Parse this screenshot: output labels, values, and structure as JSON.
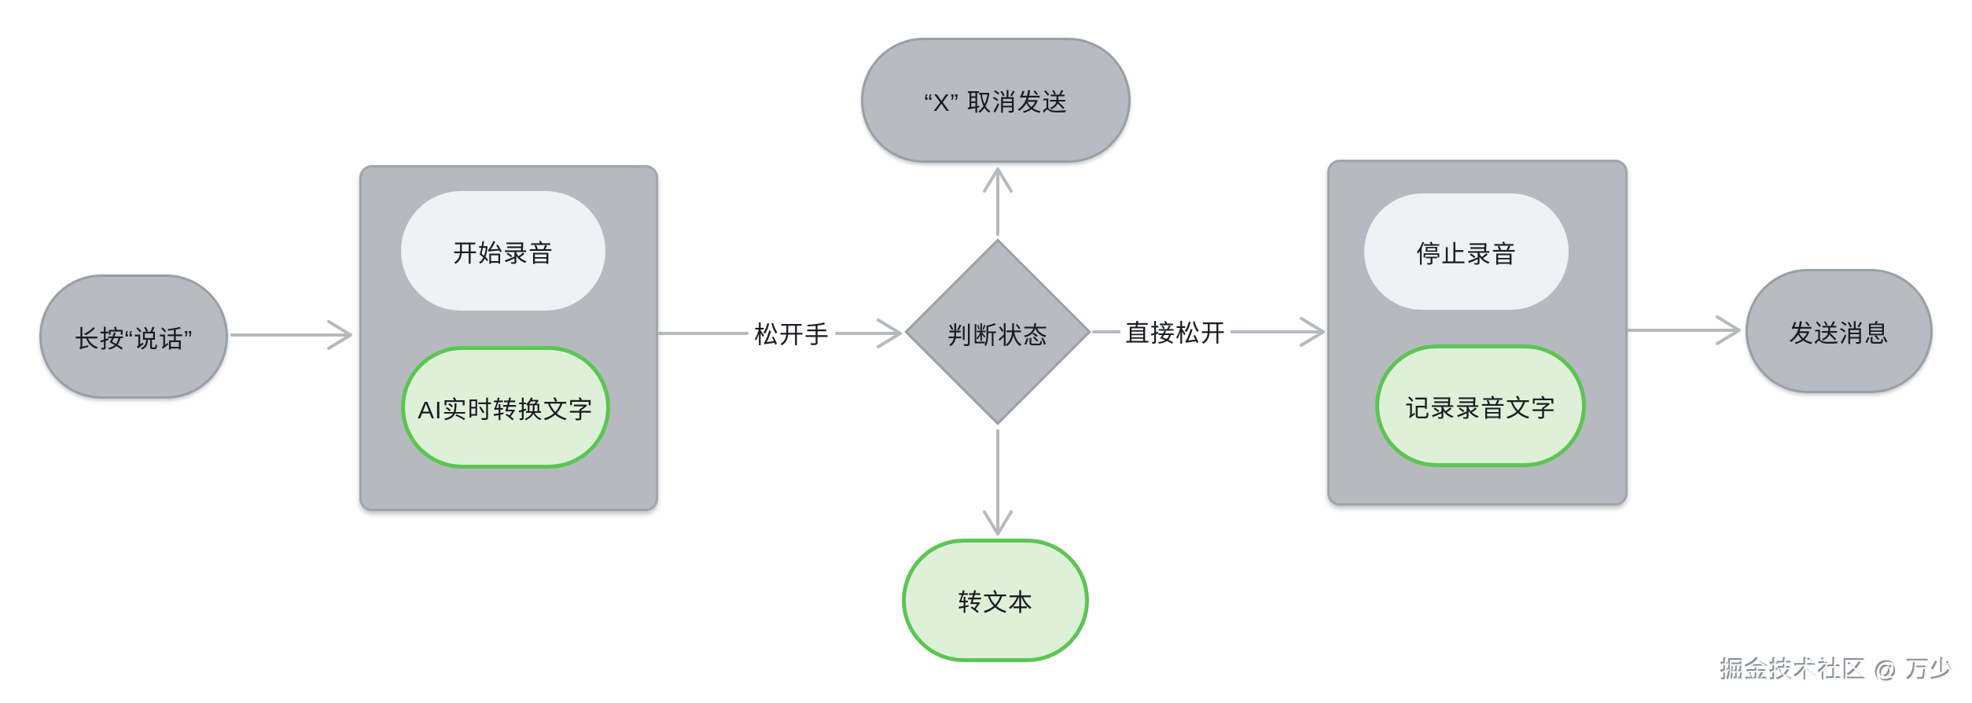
{
  "colors": {
    "background": "#ffffff",
    "node_gray_fill": "#b8bcc2",
    "node_gray_border": "#999fa7",
    "node_white_fill": "#f0f1f4",
    "node_green_fill": "#def1d8",
    "node_green_border": "#5cc553",
    "arrow": "#b6babe",
    "text": "#191c20"
  },
  "nodes": {
    "long_press": {
      "label": "长按“说话”"
    },
    "start_recording": {
      "label": "开始录音"
    },
    "ai_realtime_convert": {
      "label": "AI实时转换文字"
    },
    "judge_state": {
      "label": "判断状态"
    },
    "cancel_send": {
      "label": "“X” 取消发送"
    },
    "to_text": {
      "label": "转文本"
    },
    "stop_recording": {
      "label": "停止录音"
    },
    "record_voice_text": {
      "label": "记录录音文字"
    },
    "send_message": {
      "label": "发送消息"
    }
  },
  "edge_labels": {
    "release_hand": "松开手",
    "direct_release": "直接松开"
  },
  "watermark": "掘金技术社区 @ 万少"
}
